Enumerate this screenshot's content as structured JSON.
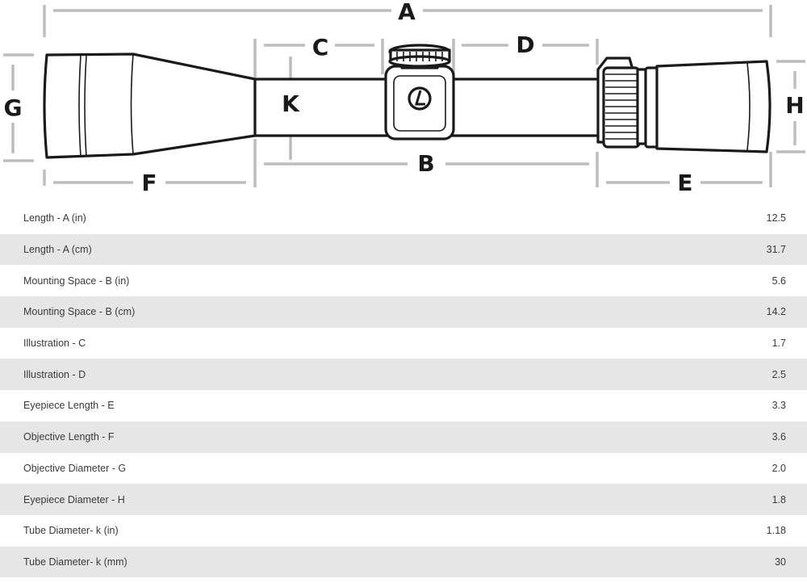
{
  "diagram": {
    "labels": {
      "a": "A",
      "b": "B",
      "c": "C",
      "d": "D",
      "e": "E",
      "f": "F",
      "g": "G",
      "h": "H",
      "k": "K"
    },
    "logo_icon": "leupold-logo-icon"
  },
  "specs": [
    {
      "label": "Length - A (in)",
      "value": "12.5"
    },
    {
      "label": "Length - A (cm)",
      "value": "31.7"
    },
    {
      "label": "Mounting Space - B (in)",
      "value": "5.6"
    },
    {
      "label": "Mounting Space - B (cm)",
      "value": "14.2"
    },
    {
      "label": "Illustration - C",
      "value": "1.7"
    },
    {
      "label": "Illustration - D",
      "value": "2.5"
    },
    {
      "label": "Eyepiece Length - E",
      "value": "3.3"
    },
    {
      "label": "Objective Length - F",
      "value": "3.6"
    },
    {
      "label": "Objective Diameter - G",
      "value": "2.0"
    },
    {
      "label": "Eyepiece Diameter - H",
      "value": "1.8"
    },
    {
      "label": "Tube Diameter- k (in)",
      "value": "1.18"
    },
    {
      "label": "Tube Diameter- k (mm)",
      "value": "30"
    }
  ]
}
